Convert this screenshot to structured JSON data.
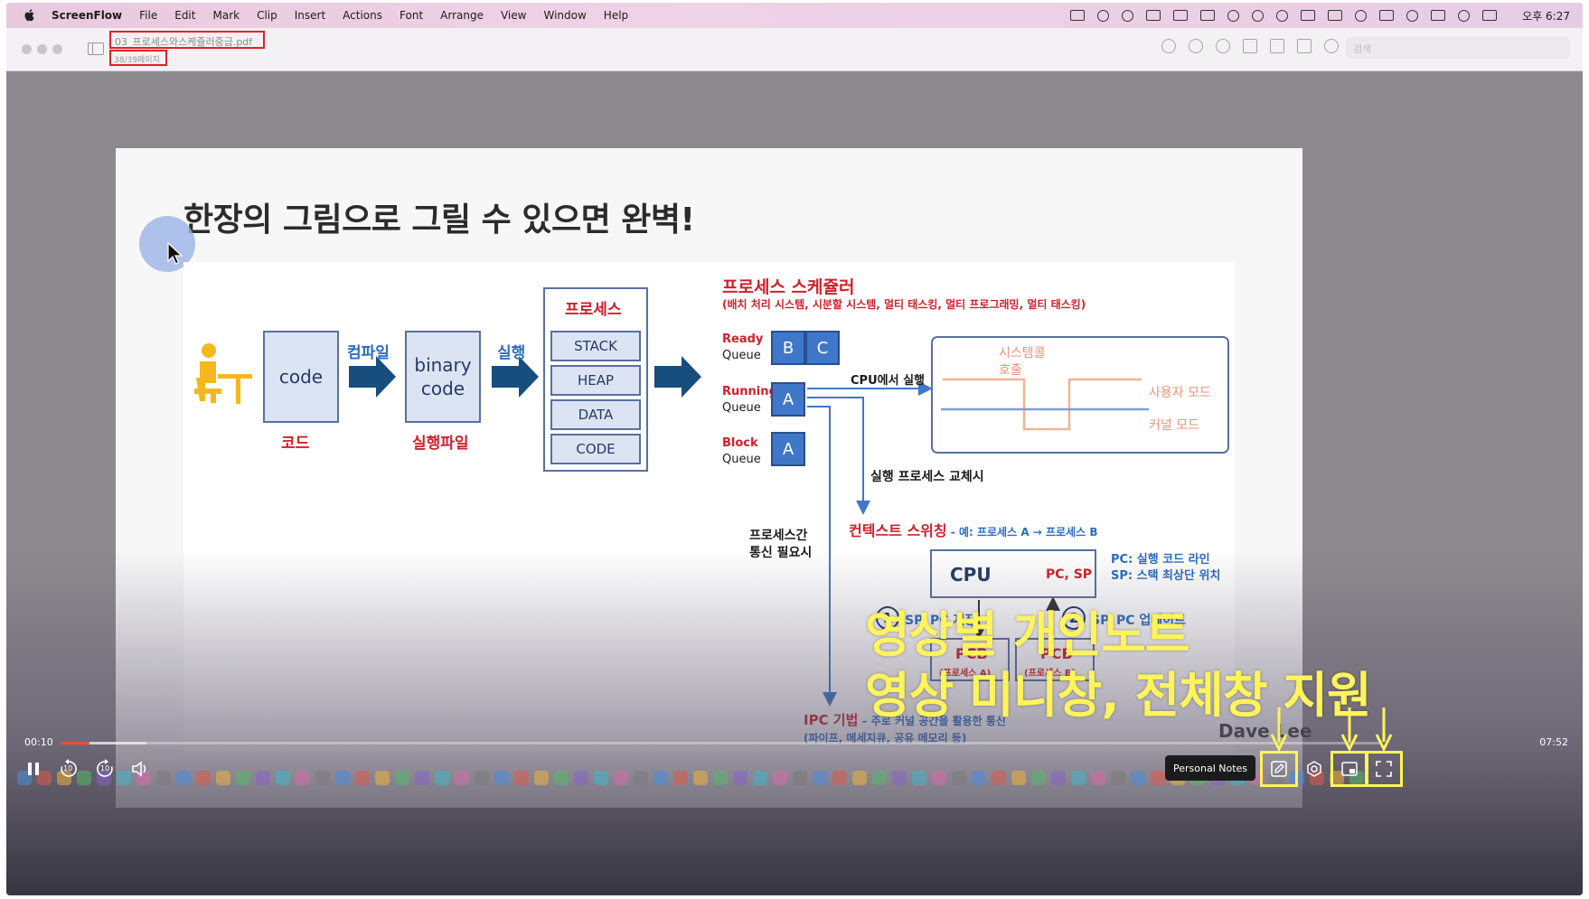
{
  "menubar": {
    "app": "ScreenFlow",
    "items": [
      "File",
      "Edit",
      "Mark",
      "Clip",
      "Insert",
      "Actions",
      "Font",
      "Arrange",
      "View",
      "Window",
      "Help"
    ],
    "clock": "오후 6:27"
  },
  "viewer": {
    "doc_title": "03_프로세스와스케쥴러중급.pdf",
    "page_counter": "38/39페이지",
    "search_placeholder": "검색"
  },
  "slide": {
    "title": "한장의 그림으로 그릴 수 있으면 완벽!",
    "code_box": "code",
    "code_caption": "코드",
    "compile_label": "컴파일",
    "binary_box_line1": "binary",
    "binary_box_line2": "code",
    "binary_caption": "실행파일",
    "run_label": "실행",
    "process_header": "프로세스",
    "memory": [
      "STACK",
      "HEAP",
      "DATA",
      "CODE"
    ],
    "scheduler_title": "프로세스 스케쥴러",
    "scheduler_subtitle": "(배치 처리 시스템, 시분할 시스템, 멀티 태스킹, 멀티 프로그래밍, 멀티 태스킹)",
    "ready_label": "Ready",
    "running_label": "Running",
    "block_label": "Block",
    "queue_word": "Queue",
    "ready_items": [
      "B",
      "C"
    ],
    "running_item": "A",
    "block_item": "A",
    "cpu_exec": "CPU에서 실행",
    "syscall_line1": "시스템콜",
    "syscall_line2": "호출",
    "user_mode": "사용자 모드",
    "kernel_mode": "커널 모드",
    "process_swap": "실행 프로세스 교체시",
    "context_switch": "컨텍스트 스위칭",
    "context_example": " - 예: 프로세스 A → 프로세스 B",
    "ipc_need_line1": "프로세스간",
    "ipc_need_line2": "통신 필요시",
    "cpu_label": "CPU",
    "pc_sp": "PC, SP",
    "pc_note": "PC: 실행 코드 라인",
    "sp_note": "SP: 스택 최상단 위치",
    "step1": "SP, PC 저장",
    "step2": "SP, PC 업데이트",
    "step1_num": "1",
    "step2_num": "2",
    "pcb_label": "PCB",
    "pcb_a": "(프로세스 A)",
    "pcb_b": "(프로세스 B)",
    "ipc_title": "IPC 기법",
    "ipc_desc": " – 주로 커널 공간을 활용한 통신",
    "ipc_examples": "(파이프, 메세지큐, 공유 메모리 등)"
  },
  "overlay": {
    "promo_line1": "영상별 개인노트",
    "promo_line2": "영상 미니창, 전체창 지원",
    "watermark": "Dave Lee"
  },
  "player": {
    "time_current": "00:10",
    "time_total": "07:52",
    "progress_fraction": 0.022,
    "buffered_fraction": 0.065,
    "notes_tooltip": "Personal Notes",
    "skip_back_seconds": "10",
    "skip_forward_seconds": "10"
  },
  "colors": {
    "accent_red": "#d0202a",
    "accent_blue": "#2b6cbf",
    "promo_yellow": "#fff45a",
    "progress": "#f24b2b"
  }
}
